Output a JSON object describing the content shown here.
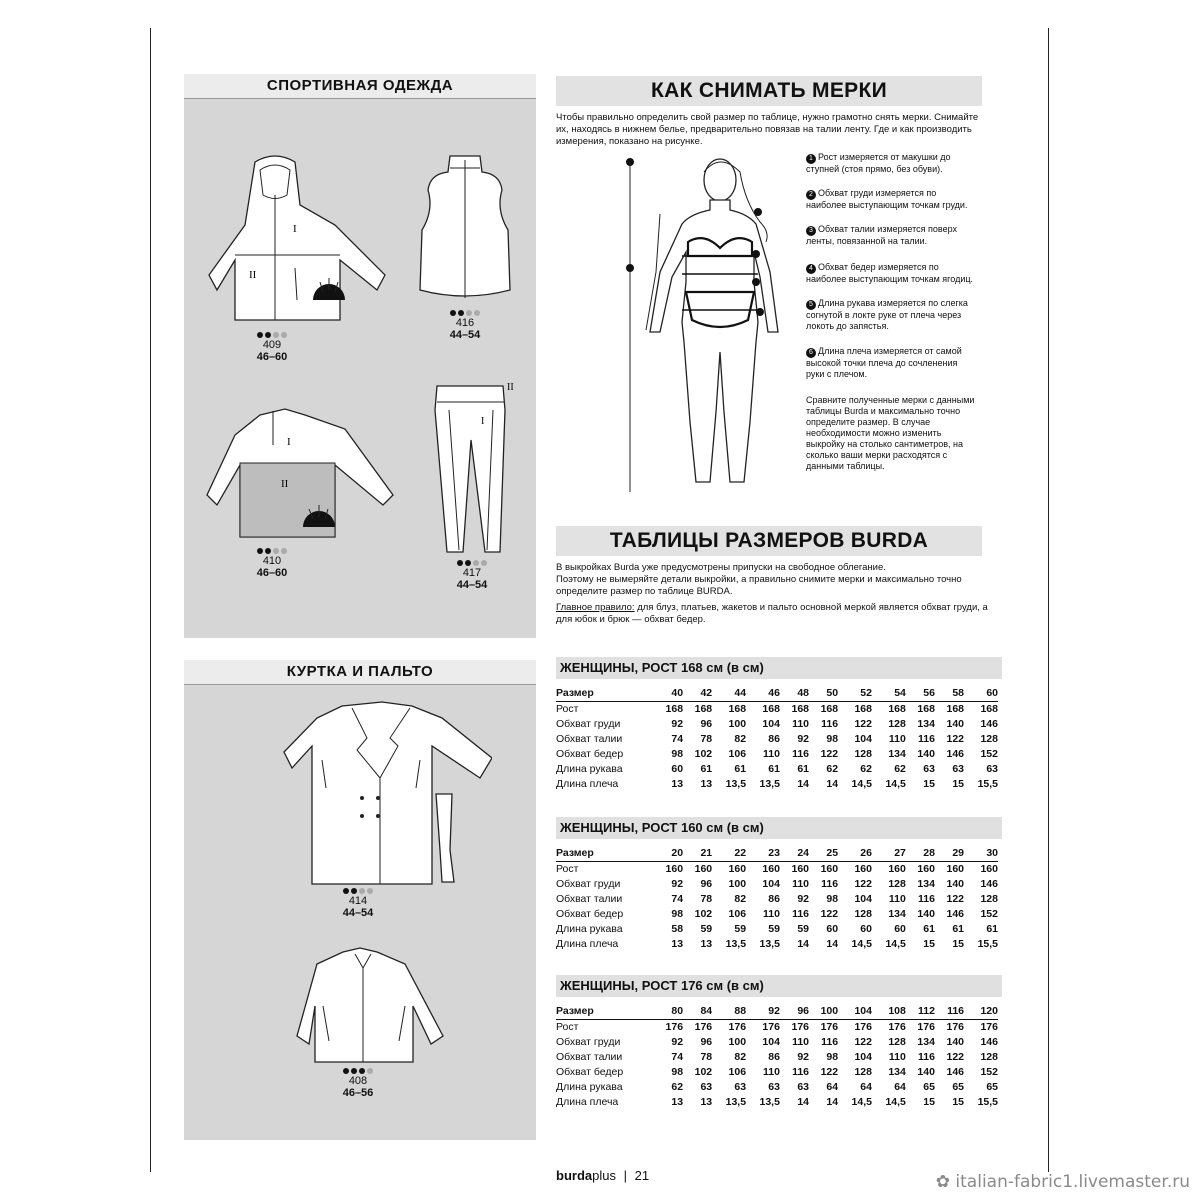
{
  "sport": {
    "title": "СПОРТИВНАЯ ОДЕЖДА",
    "items": [
      {
        "no": "409",
        "sizes": "46–60",
        "dots": [
          1,
          1,
          0,
          0
        ]
      },
      {
        "no": "416",
        "sizes": "44–54",
        "dots": [
          1,
          1,
          0,
          0
        ]
      },
      {
        "no": "410",
        "sizes": "46–60",
        "dots": [
          1,
          1,
          0,
          0
        ]
      },
      {
        "no": "417",
        "sizes": "44–54",
        "dots": [
          1,
          1,
          0,
          0
        ]
      }
    ]
  },
  "coats": {
    "title": "КУРТКА И ПАЛЬТО",
    "items": [
      {
        "no": "414",
        "sizes": "44–54",
        "dots": [
          1,
          1,
          0,
          0
        ]
      },
      {
        "no": "408",
        "sizes": "46–56",
        "dots": [
          1,
          1,
          1,
          0
        ]
      }
    ]
  },
  "measure": {
    "title": "КАК СНИМАТЬ МЕРКИ",
    "intro": "Чтобы правильно определить свой размер по таблице, нужно грамотно снять мерки. Снимайте их, находясь в нижнем белье, предварительно повязав на талии ленту. Где и как производить измерения, показано на рисунке.",
    "steps": [
      {
        "n": "1",
        "text": "Рост измеряется от макушки до ступней (стоя прямо, без обуви)."
      },
      {
        "n": "2",
        "text": "Обхват груди измеряется по наиболее выступающим точкам груди."
      },
      {
        "n": "3",
        "text": "Обхват талии измеряется поверх ленты, повязанной на талии."
      },
      {
        "n": "4",
        "text": "Обхват бедер измеряется по наиболее выступающим точкам ягодиц."
      },
      {
        "n": "5",
        "text": "Длина рукава измеряется по слегка согнутой в локте руке от плеча через локоть до запястья."
      },
      {
        "n": "6",
        "text": "Длина плеча измеряется от самой высокой точки плеча до сочленения руки с плечом."
      }
    ],
    "compare": "Сравните полученные мерки с данными таблицы Burda и максимально точно определите размер. В случае необходимости можно изменить выкройку на столько сантиметров, на сколько ваши мерки расходятся с данными таблицы."
  },
  "tables": {
    "title": "ТАБЛИЦЫ РАЗМЕРОВ BURDA",
    "intro1": "В выкройках Burda уже предусмотрены припуски на свободное облегание.",
    "intro2": "Поэтому не вымеряйте детали выкройки, а правильно снимите мерки и максимально точно определите размер по таблице BURDA.",
    "rule_label": "Главное правило:",
    "rule_text": " для блуз, платьев, жакетов и пальто основной меркой является обхват груди, а для юбок и брюк — обхват бедер.",
    "list": [
      {
        "title": "ЖЕНЩИНЫ, РОСТ 168 см (в см)",
        "rows": [
          {
            "label": "Размер",
            "values": [
              "40",
              "42",
              "44",
              "46",
              "48",
              "50",
              "52",
              "54",
              "56",
              "58",
              "60"
            ]
          },
          {
            "label": "Рост",
            "values": [
              "168",
              "168",
              "168",
              "168",
              "168",
              "168",
              "168",
              "168",
              "168",
              "168",
              "168"
            ]
          },
          {
            "label": "Обхват груди",
            "values": [
              "92",
              "96",
              "100",
              "104",
              "110",
              "116",
              "122",
              "128",
              "134",
              "140",
              "146"
            ]
          },
          {
            "label": "Обхват талии",
            "values": [
              "74",
              "78",
              "82",
              "86",
              "92",
              "98",
              "104",
              "110",
              "116",
              "122",
              "128"
            ]
          },
          {
            "label": "Обхват бедер",
            "values": [
              "98",
              "102",
              "106",
              "110",
              "116",
              "122",
              "128",
              "134",
              "140",
              "146",
              "152"
            ]
          },
          {
            "label": "Длина рукава",
            "values": [
              "60",
              "61",
              "61",
              "61",
              "61",
              "62",
              "62",
              "62",
              "63",
              "63",
              "63"
            ]
          },
          {
            "label": "Длина плеча",
            "values": [
              "13",
              "13",
              "13,5",
              "13,5",
              "14",
              "14",
              "14,5",
              "14,5",
              "15",
              "15",
              "15,5"
            ]
          }
        ]
      },
      {
        "title": "ЖЕНЩИНЫ, РОСТ 160 см (в см)",
        "rows": [
          {
            "label": "Размер",
            "values": [
              "20",
              "21",
              "22",
              "23",
              "24",
              "25",
              "26",
              "27",
              "28",
              "29",
              "30"
            ]
          },
          {
            "label": "Рост",
            "values": [
              "160",
              "160",
              "160",
              "160",
              "160",
              "160",
              "160",
              "160",
              "160",
              "160",
              "160"
            ]
          },
          {
            "label": "Обхват груди",
            "values": [
              "92",
              "96",
              "100",
              "104",
              "110",
              "116",
              "122",
              "128",
              "134",
              "140",
              "146"
            ]
          },
          {
            "label": "Обхват талии",
            "values": [
              "74",
              "78",
              "82",
              "86",
              "92",
              "98",
              "104",
              "110",
              "116",
              "122",
              "128"
            ]
          },
          {
            "label": "Обхват бедер",
            "values": [
              "98",
              "102",
              "106",
              "110",
              "116",
              "122",
              "128",
              "134",
              "140",
              "146",
              "152"
            ]
          },
          {
            "label": "Длина рукава",
            "values": [
              "58",
              "59",
              "59",
              "59",
              "59",
              "60",
              "60",
              "60",
              "61",
              "61",
              "61"
            ]
          },
          {
            "label": "Длина плеча",
            "values": [
              "13",
              "13",
              "13,5",
              "13,5",
              "14",
              "14",
              "14,5",
              "14,5",
              "15",
              "15",
              "15,5"
            ]
          }
        ]
      },
      {
        "title": "ЖЕНЩИНЫ, РОСТ 176 см (в см)",
        "rows": [
          {
            "label": "Размер",
            "values": [
              "80",
              "84",
              "88",
              "92",
              "96",
              "100",
              "104",
              "108",
              "112",
              "116",
              "120"
            ]
          },
          {
            "label": "Рост",
            "values": [
              "176",
              "176",
              "176",
              "176",
              "176",
              "176",
              "176",
              "176",
              "176",
              "176",
              "176"
            ]
          },
          {
            "label": "Обхват груди",
            "values": [
              "92",
              "96",
              "100",
              "104",
              "110",
              "116",
              "122",
              "128",
              "134",
              "140",
              "146"
            ]
          },
          {
            "label": "Обхват талии",
            "values": [
              "74",
              "78",
              "82",
              "86",
              "92",
              "98",
              "104",
              "110",
              "116",
              "122",
              "128"
            ]
          },
          {
            "label": "Обхват бедер",
            "values": [
              "98",
              "102",
              "106",
              "110",
              "116",
              "122",
              "128",
              "134",
              "140",
              "146",
              "152"
            ]
          },
          {
            "label": "Длина рукава",
            "values": [
              "62",
              "63",
              "63",
              "63",
              "63",
              "64",
              "64",
              "64",
              "65",
              "65",
              "65"
            ]
          },
          {
            "label": "Длина плеча",
            "values": [
              "13",
              "13",
              "13,5",
              "13,5",
              "14",
              "14",
              "14,5",
              "14,5",
              "15",
              "15",
              "15,5"
            ]
          }
        ]
      }
    ]
  },
  "footer": {
    "brand_bold": "burda",
    "brand_rest": "plus",
    "sep": "|",
    "page": "21"
  },
  "watermark": "✿ italian-fabric1.livemaster.ru"
}
